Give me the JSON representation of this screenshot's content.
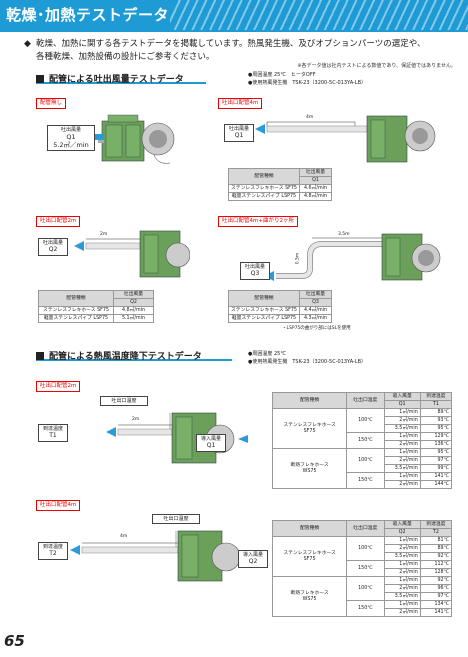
{
  "header": {
    "title": "乾燥･加熱テストデータ"
  },
  "intro": {
    "bullet": "◆",
    "line1": "乾燥、加熱に関する各テストデータを掲載しています。熱風発生機、及びオプションパーツの選定や、",
    "line2": "各種乾燥、加熱設備の設計にご参考ください。"
  },
  "note": "※各データ値は社内テストによる数値であり、保証値ではありません。",
  "section1": {
    "title": "配管による吐出風量テストデータ",
    "cond1": "●周囲温度 25℃　ヒータOFF",
    "cond2": "●使用熱風発生機　TSK-23（3200-5C-013YA-LB）",
    "d1": {
      "tag": "配管無し",
      "label": "吐出風量",
      "code": "Q1",
      "value": "5.2㎥／min"
    },
    "d2": {
      "tag": "吐出口配管4m",
      "label": "吐出風量",
      "code": "Q1",
      "dist": "4m",
      "th1": "配管種類",
      "th2a": "吐出風量",
      "th2b": "Q1",
      "rows": [
        {
          "type": "ステンレスフレキホース",
          "model": "SF75",
          "val": "4.6㎥/min"
        },
        {
          "type": "軽量ステンレスパイプ",
          "model": "LSP75",
          "val": "4.8㎥/min"
        }
      ]
    },
    "d3": {
      "tag": "吐出口配管2m",
      "label": "吐出風量",
      "code": "Q2",
      "dist": "2m",
      "th1": "配管種類",
      "th2a": "吐出風量",
      "th2b": "Q2",
      "rows": [
        {
          "type": "ステンレスフレキホース",
          "model": "SF75",
          "val": "4.8㎥/min"
        },
        {
          "type": "軽量ステンレスパイプ",
          "model": "LSP75",
          "val": "5.1㎥/min"
        }
      ]
    },
    "d4": {
      "tag": "吐出口配管4m+曲がり2ヶ所",
      "label": "吐出風量",
      "code": "Q3",
      "dist1": "3.5m",
      "dist2": "0.5m",
      "th1": "配管種類",
      "th2a": "吐出風量",
      "th2b": "Q3",
      "rows": [
        {
          "type": "ステンレスフレキホース",
          "model": "SF75",
          "val": "4.4㎥/min"
        },
        {
          "type": "軽量ステンレスパイプ",
          "model": "LSP75",
          "val": "4.3㎥/min"
        }
      ],
      "footnote": "・LSP75の曲がり部にはSLを使用"
    }
  },
  "section2": {
    "title": "配管による熱風温度降下テストデータ",
    "cond1": "●周囲温度 25℃",
    "cond2": "●使用熱風発生機　TSK-23（3200-5C-013YA-LB）",
    "e1": {
      "tag": "吐出口配管2m",
      "outlet": "吐出口温度",
      "tlabel": "到達温度",
      "tcode": "T1",
      "qlabel": "導入風量",
      "qcode": "Q1",
      "dist": "2m",
      "th": [
        "配管種類",
        "吐出口温度",
        "吸入風量",
        "Q1",
        "到達温度",
        "T1"
      ],
      "groups": [
        {
          "type": "ステンレスフレキホース",
          "model": "SF75",
          "temps": [
            {
              "t": "100℃",
              "rows": [
                [
                  "1㎥/min",
                  "89℃"
                ],
                [
                  "2㎥/min",
                  "93℃"
                ],
                [
                  "3.5㎥/min",
                  "95℃"
                ]
              ]
            },
            {
              "t": "150℃",
              "rows": [
                [
                  "1㎥/min",
                  "129℃"
                ],
                [
                  "2㎥/min",
                  "136℃"
                ]
              ]
            }
          ]
        },
        {
          "type": "断熱フレキホース",
          "model": "WS75",
          "temps": [
            {
              "t": "100℃",
              "rows": [
                [
                  "1㎥/min",
                  "95℃"
                ],
                [
                  "2㎥/min",
                  "97℃"
                ],
                [
                  "3.5㎥/min",
                  "99℃"
                ]
              ]
            },
            {
              "t": "150℃",
              "rows": [
                [
                  "1㎥/min",
                  "141℃"
                ],
                [
                  "2㎥/min",
                  "144℃"
                ]
              ]
            }
          ]
        }
      ]
    },
    "e2": {
      "tag": "吐出口配管4m",
      "outlet": "吐出口温度",
      "tlabel": "到達温度",
      "tcode": "T2",
      "qlabel": "導入風量",
      "qcode": "Q2",
      "dist": "4m",
      "th": [
        "配管種類",
        "吐出口温度",
        "吸入風量",
        "Q2",
        "到達温度",
        "T2"
      ],
      "groups": [
        {
          "type": "ステンレスフレキホース",
          "model": "SF75",
          "temps": [
            {
              "t": "100℃",
              "rows": [
                [
                  "1㎥/min",
                  "81℃"
                ],
                [
                  "2㎥/min",
                  "89℃"
                ],
                [
                  "3.5㎥/min",
                  "92℃"
                ]
              ]
            },
            {
              "t": "150℃",
              "rows": [
                [
                  "1㎥/min",
                  "112℃"
                ],
                [
                  "2㎥/min",
                  "128℃"
                ]
              ]
            }
          ]
        },
        {
          "type": "断熱フレキホース",
          "model": "WS75",
          "temps": [
            {
              "t": "100℃",
              "rows": [
                [
                  "1㎥/min",
                  "92℃"
                ],
                [
                  "2㎥/min",
                  "96℃"
                ],
                [
                  "3.5㎥/min",
                  "97℃"
                ]
              ]
            },
            {
              "t": "150℃",
              "rows": [
                [
                  "1㎥/min",
                  "134℃"
                ],
                [
                  "2㎥/min",
                  "141℃"
                ]
              ]
            }
          ]
        }
      ]
    }
  },
  "page": "65"
}
